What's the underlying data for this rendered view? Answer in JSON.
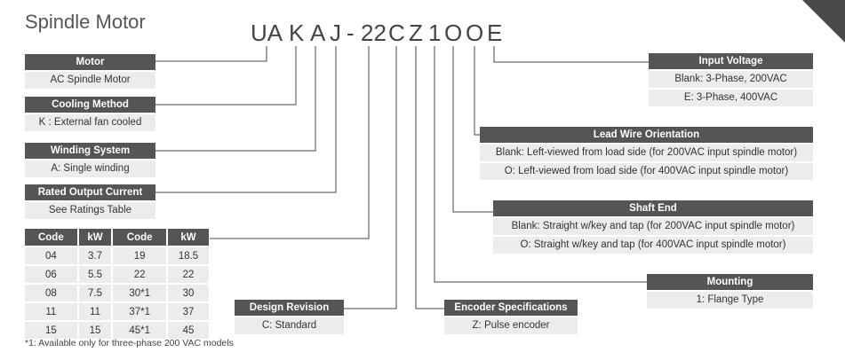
{
  "title": "Spindle Motor",
  "code": [
    "UA",
    "K",
    "A",
    "J",
    "-",
    "22",
    "C",
    "Z",
    "1",
    "O",
    "O",
    "E"
  ],
  "motor": {
    "header": "Motor",
    "rows": [
      "AC Spindle Motor"
    ]
  },
  "cooling": {
    "header": "Cooling Method",
    "rows": [
      "K : External fan cooled"
    ]
  },
  "winding": {
    "header": "Winding System",
    "rows": [
      "A: Single winding"
    ]
  },
  "rated": {
    "header": "Rated Output Current",
    "rows": [
      "See Ratings Table"
    ]
  },
  "ratings_table": {
    "headers": [
      "Code",
      "kW",
      "Code",
      "kW"
    ],
    "rows": [
      [
        "04",
        "3.7",
        "19",
        "18.5"
      ],
      [
        "06",
        "5.5",
        "22",
        "22"
      ],
      [
        "08",
        "7.5",
        "30*1",
        "30"
      ],
      [
        "11",
        "11",
        "37*1",
        "37"
      ],
      [
        "15",
        "15",
        "45*1",
        "45"
      ]
    ]
  },
  "design": {
    "header": "Design Revision",
    "rows": [
      "C: Standard"
    ]
  },
  "encoder": {
    "header": "Encoder Specifications",
    "rows": [
      "Z: Pulse encoder"
    ]
  },
  "mounting": {
    "header": "Mounting",
    "rows": [
      "1: Flange Type"
    ]
  },
  "shaft": {
    "header": "Shaft End",
    "rows": [
      "Blank: Straight w/key and tap (for 200VAC input spindle motor)",
      "O: Straight w/key and tap (for 400VAC input spindle motor)"
    ]
  },
  "leadwire": {
    "header": "Lead Wire Orientation",
    "rows": [
      "Blank: Left-viewed from load side (for 200VAC input spindle motor)",
      "O: Left-viewed from load side (for 400VAC input spindle motor)"
    ]
  },
  "voltage": {
    "header": "Input Voltage",
    "rows": [
      "Blank: 3-Phase, 200VAC",
      "E: 3-Phase, 400VAC"
    ]
  },
  "footnote": "*1: Available only for three-phase 200 VAC models"
}
